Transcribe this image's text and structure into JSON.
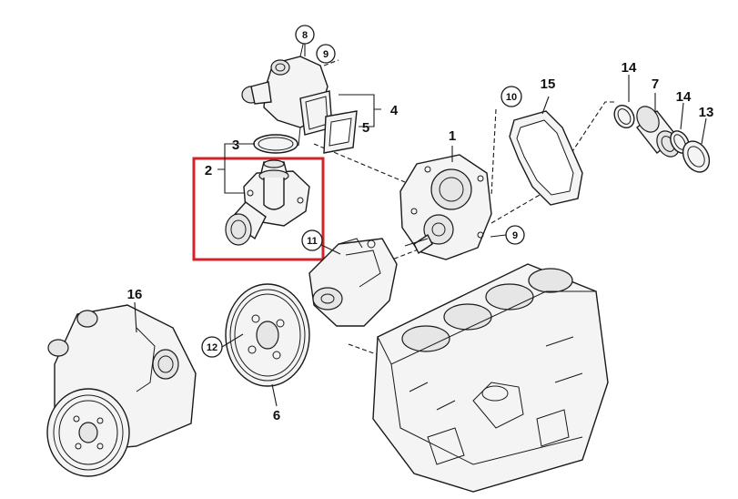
{
  "diagram": {
    "highlight_color": "#d3232a",
    "labels": {
      "l1": "1",
      "l2": "2",
      "l3": "3",
      "l4": "4",
      "l5": "5",
      "l6": "6",
      "l7": "7",
      "l13": "13",
      "l14a": "14",
      "l14b": "14",
      "l15": "15",
      "l16": "16"
    },
    "callouts": {
      "c8": "8",
      "c9a": "9",
      "c9b": "9",
      "c10": "10",
      "c11": "11",
      "c12": "12"
    }
  }
}
